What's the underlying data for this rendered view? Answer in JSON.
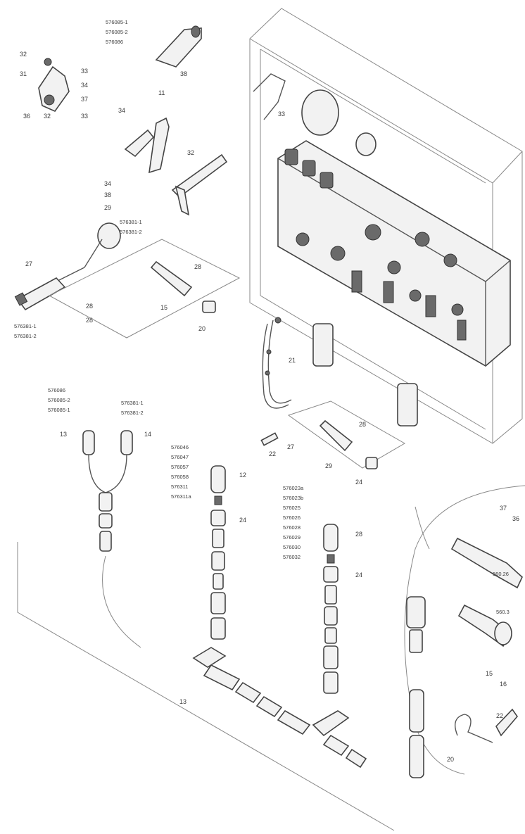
{
  "part_number_groups": [
    {
      "id": "top",
      "lines": [
        "576085-1",
        "576085-2",
        "576086"
      ]
    },
    {
      "id": "valve-mid",
      "lines": [
        "576381-1",
        "576381-2"
      ]
    },
    {
      "id": "left-lower",
      "lines": [
        "576381-1",
        "576381-2"
      ]
    },
    {
      "id": "branch-left-a",
      "lines": [
        "576086",
        "576085-2",
        "576085-1"
      ]
    },
    {
      "id": "branch-left-b",
      "lines": [
        "576381-1",
        "576381-2"
      ]
    },
    {
      "id": "branch-middle",
      "lines": [
        "576046",
        "576047",
        "576057",
        "576058",
        "576311",
        "576311a"
      ]
    },
    {
      "id": "branch-right",
      "lines": [
        "576023a",
        "576023b",
        "576025",
        "576026",
        "576028",
        "576029",
        "576030",
        "576032"
      ]
    }
  ],
  "callouts": [
    "38",
    "32",
    "31",
    "33",
    "34",
    "37",
    "36",
    "32",
    "33",
    "34",
    "11",
    "32",
    "33",
    "34",
    "38",
    "29",
    "27",
    "28",
    "28",
    "28",
    "15",
    "20",
    "21",
    "22",
    "27",
    "28",
    "29",
    "24",
    "13",
    "14",
    "12"
  ],
  "detail_labels": [
    "560.26",
    "560.3",
    "37",
    "36",
    "15",
    "16"
  ]
}
